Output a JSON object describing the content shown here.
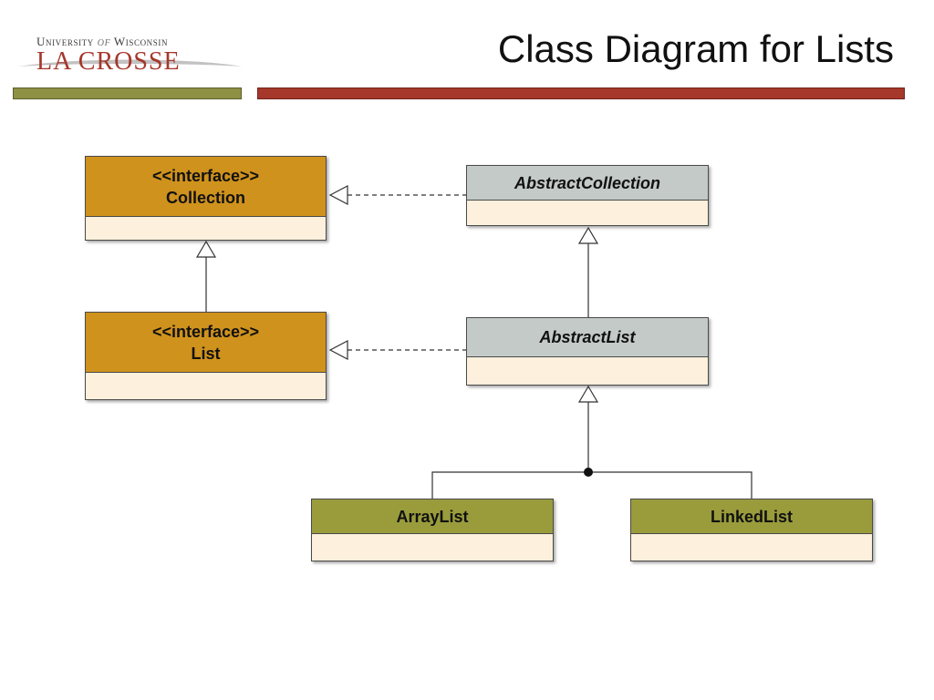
{
  "header": {
    "logo_top_left": "University",
    "logo_top_of": "of",
    "logo_top_right": "Wisconsin",
    "logo_main": "LA CROSSE",
    "title": "Class Diagram for Lists"
  },
  "colors": {
    "accent_olive": "#8e9144",
    "accent_red": "#a6372b",
    "interface_fill": "#cf921d",
    "abstract_fill": "#c4cac8",
    "concrete_fill": "#9a9c3c",
    "compartment_fill": "#fdf0dc"
  },
  "classes": {
    "collection": {
      "stereotype": "<<interface>>",
      "name": "Collection"
    },
    "list": {
      "stereotype": "<<interface>>",
      "name": "List"
    },
    "abstract_collection": {
      "name": "AbstractCollection"
    },
    "abstract_list": {
      "name": "AbstractList"
    },
    "array_list": {
      "name": "ArrayList"
    },
    "linked_list": {
      "name": "LinkedList"
    }
  },
  "relations": [
    {
      "from": "AbstractCollection",
      "to": "Collection",
      "kind": "realization"
    },
    {
      "from": "AbstractList",
      "to": "List",
      "kind": "realization"
    },
    {
      "from": "List",
      "to": "Collection",
      "kind": "generalization"
    },
    {
      "from": "AbstractList",
      "to": "AbstractCollection",
      "kind": "generalization"
    },
    {
      "from": "ArrayList",
      "to": "AbstractList",
      "kind": "generalization"
    },
    {
      "from": "LinkedList",
      "to": "AbstractList",
      "kind": "generalization"
    }
  ]
}
